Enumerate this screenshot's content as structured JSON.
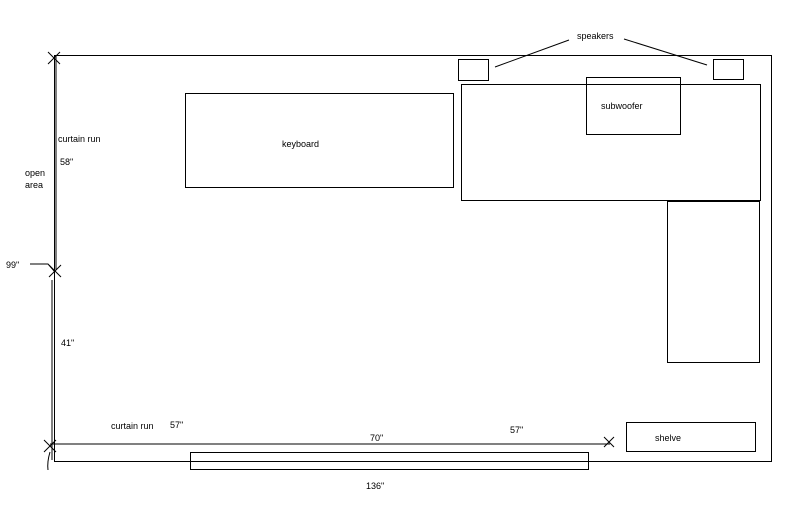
{
  "labels": {
    "speakers": "speakers",
    "subwoofer": "subwoofer",
    "keyboard": "keyboard",
    "curtain_run_left": "curtain run",
    "curtain_run_bottom": "curtain run",
    "open_area_line1": "open",
    "open_area_line2": "area",
    "dim_58": "58\"",
    "dim_99": "99\"",
    "dim_41": "41\"",
    "dim_57_left": "57\"",
    "dim_70": "70\"",
    "dim_57_right": "57\"",
    "dim_136": "136\"",
    "shelve": "shelve"
  },
  "colors": {
    "line": "#000000",
    "background": "#ffffff"
  }
}
